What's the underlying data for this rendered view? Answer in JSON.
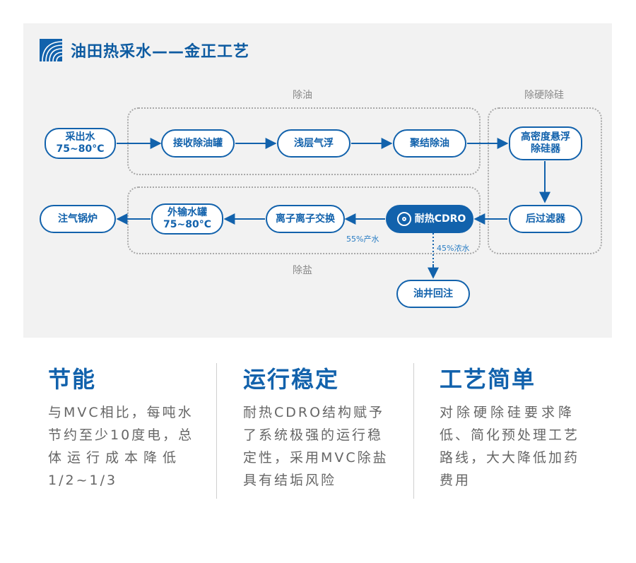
{
  "header": {
    "title": "油田热采水——金正工艺"
  },
  "groups": {
    "oil_removal": "除油",
    "hardness_silica_removal": "除硬除硅",
    "desalination": "除盐"
  },
  "nodes": {
    "produced_water": [
      "采出水",
      "75~80°C"
    ],
    "receiving_tank": [
      "接收除油罐"
    ],
    "shallow_flotation": [
      "浅层气浮"
    ],
    "coalescing": [
      "聚结除油"
    ],
    "hd_suspension": [
      "高密度悬浮",
      "除硅器"
    ],
    "post_filter": [
      "后过滤器"
    ],
    "cdro": [
      "耐热CDRO"
    ],
    "ion_exchange": [
      "离子离子交换"
    ],
    "export_tank": [
      "外输水罐",
      "75~80°C"
    ],
    "steam_boiler": [
      "注气锅炉"
    ],
    "reinjection": [
      "油井回注"
    ]
  },
  "flow_labels": {
    "product": "55%产水",
    "concentrate": "45%浓水"
  },
  "features": [
    {
      "title": "节能",
      "lines": [
        "与MVC相比，每吨水",
        "节约至少10度电，总",
        "体运行成本降低",
        "1/2~1/3"
      ]
    },
    {
      "title": "运行稳定",
      "lines": [
        "耐热CDRO结构赋予",
        "了系统极强的运行稳",
        "定性，采用MVC除盐",
        "具有结垢风险"
      ]
    },
    {
      "title": "工艺简单",
      "lines": [
        "对除硬除硅要求降",
        "低、简化预处理工艺",
        "路线，大大降低加药",
        "费用"
      ]
    }
  ],
  "colors": {
    "brand_blue": "#1262ac",
    "panel_bg": "#f2f2f2",
    "group_border": "#a8a8a8",
    "body_text": "#666666"
  },
  "icons": {
    "logo": "wave-logo-icon",
    "cdro": "membrane-ring-icon"
  }
}
